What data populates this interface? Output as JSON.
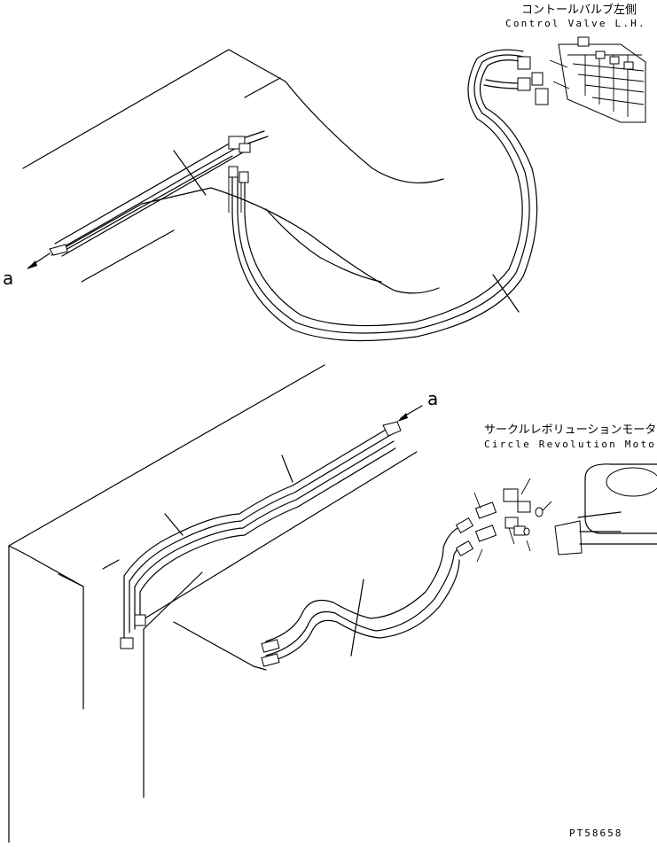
{
  "labels": {
    "control_valve_jp": "コントールバルブ左側",
    "control_valve_en": "Control Valve L.H.",
    "circle_motor_jp": "サークルレボリューションモータ",
    "circle_motor_en": "Circle Revolution Motor",
    "ref_a_top": "a",
    "ref_a_bottom": "a",
    "drawing_code": "PT58658"
  }
}
